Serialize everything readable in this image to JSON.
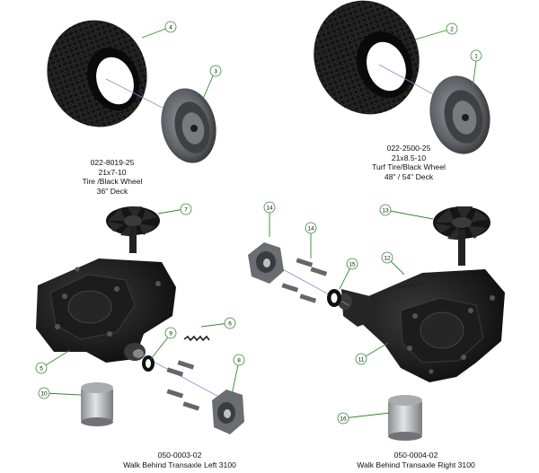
{
  "captions": {
    "left_wheel": [
      "022-8019-25",
      "21x7-10",
      "Tire /Black Wheel",
      "36\" Deck"
    ],
    "right_wheel": [
      "022-2500-25",
      "21x8.5-10",
      "Turf Tire/Black Wheel",
      "48\" / 54\" Deck"
    ],
    "left_transaxle": [
      "050-0003-02",
      "Walk Behind Transaxle Left 3100"
    ],
    "right_transaxle": [
      "050-0004-02",
      "Walk Behind Transaxle Right 3100"
    ]
  },
  "balloons": [
    "1",
    "2",
    "3",
    "4",
    "5",
    "6",
    "7",
    "8",
    "9",
    "10",
    "11",
    "12",
    "13",
    "14",
    "14",
    "15",
    "16"
  ],
  "colors": {
    "leader": "#2e8b2e",
    "tire": "#1a1a1a",
    "rim": "#6b6e72",
    "axis": "#8a8ad0"
  }
}
